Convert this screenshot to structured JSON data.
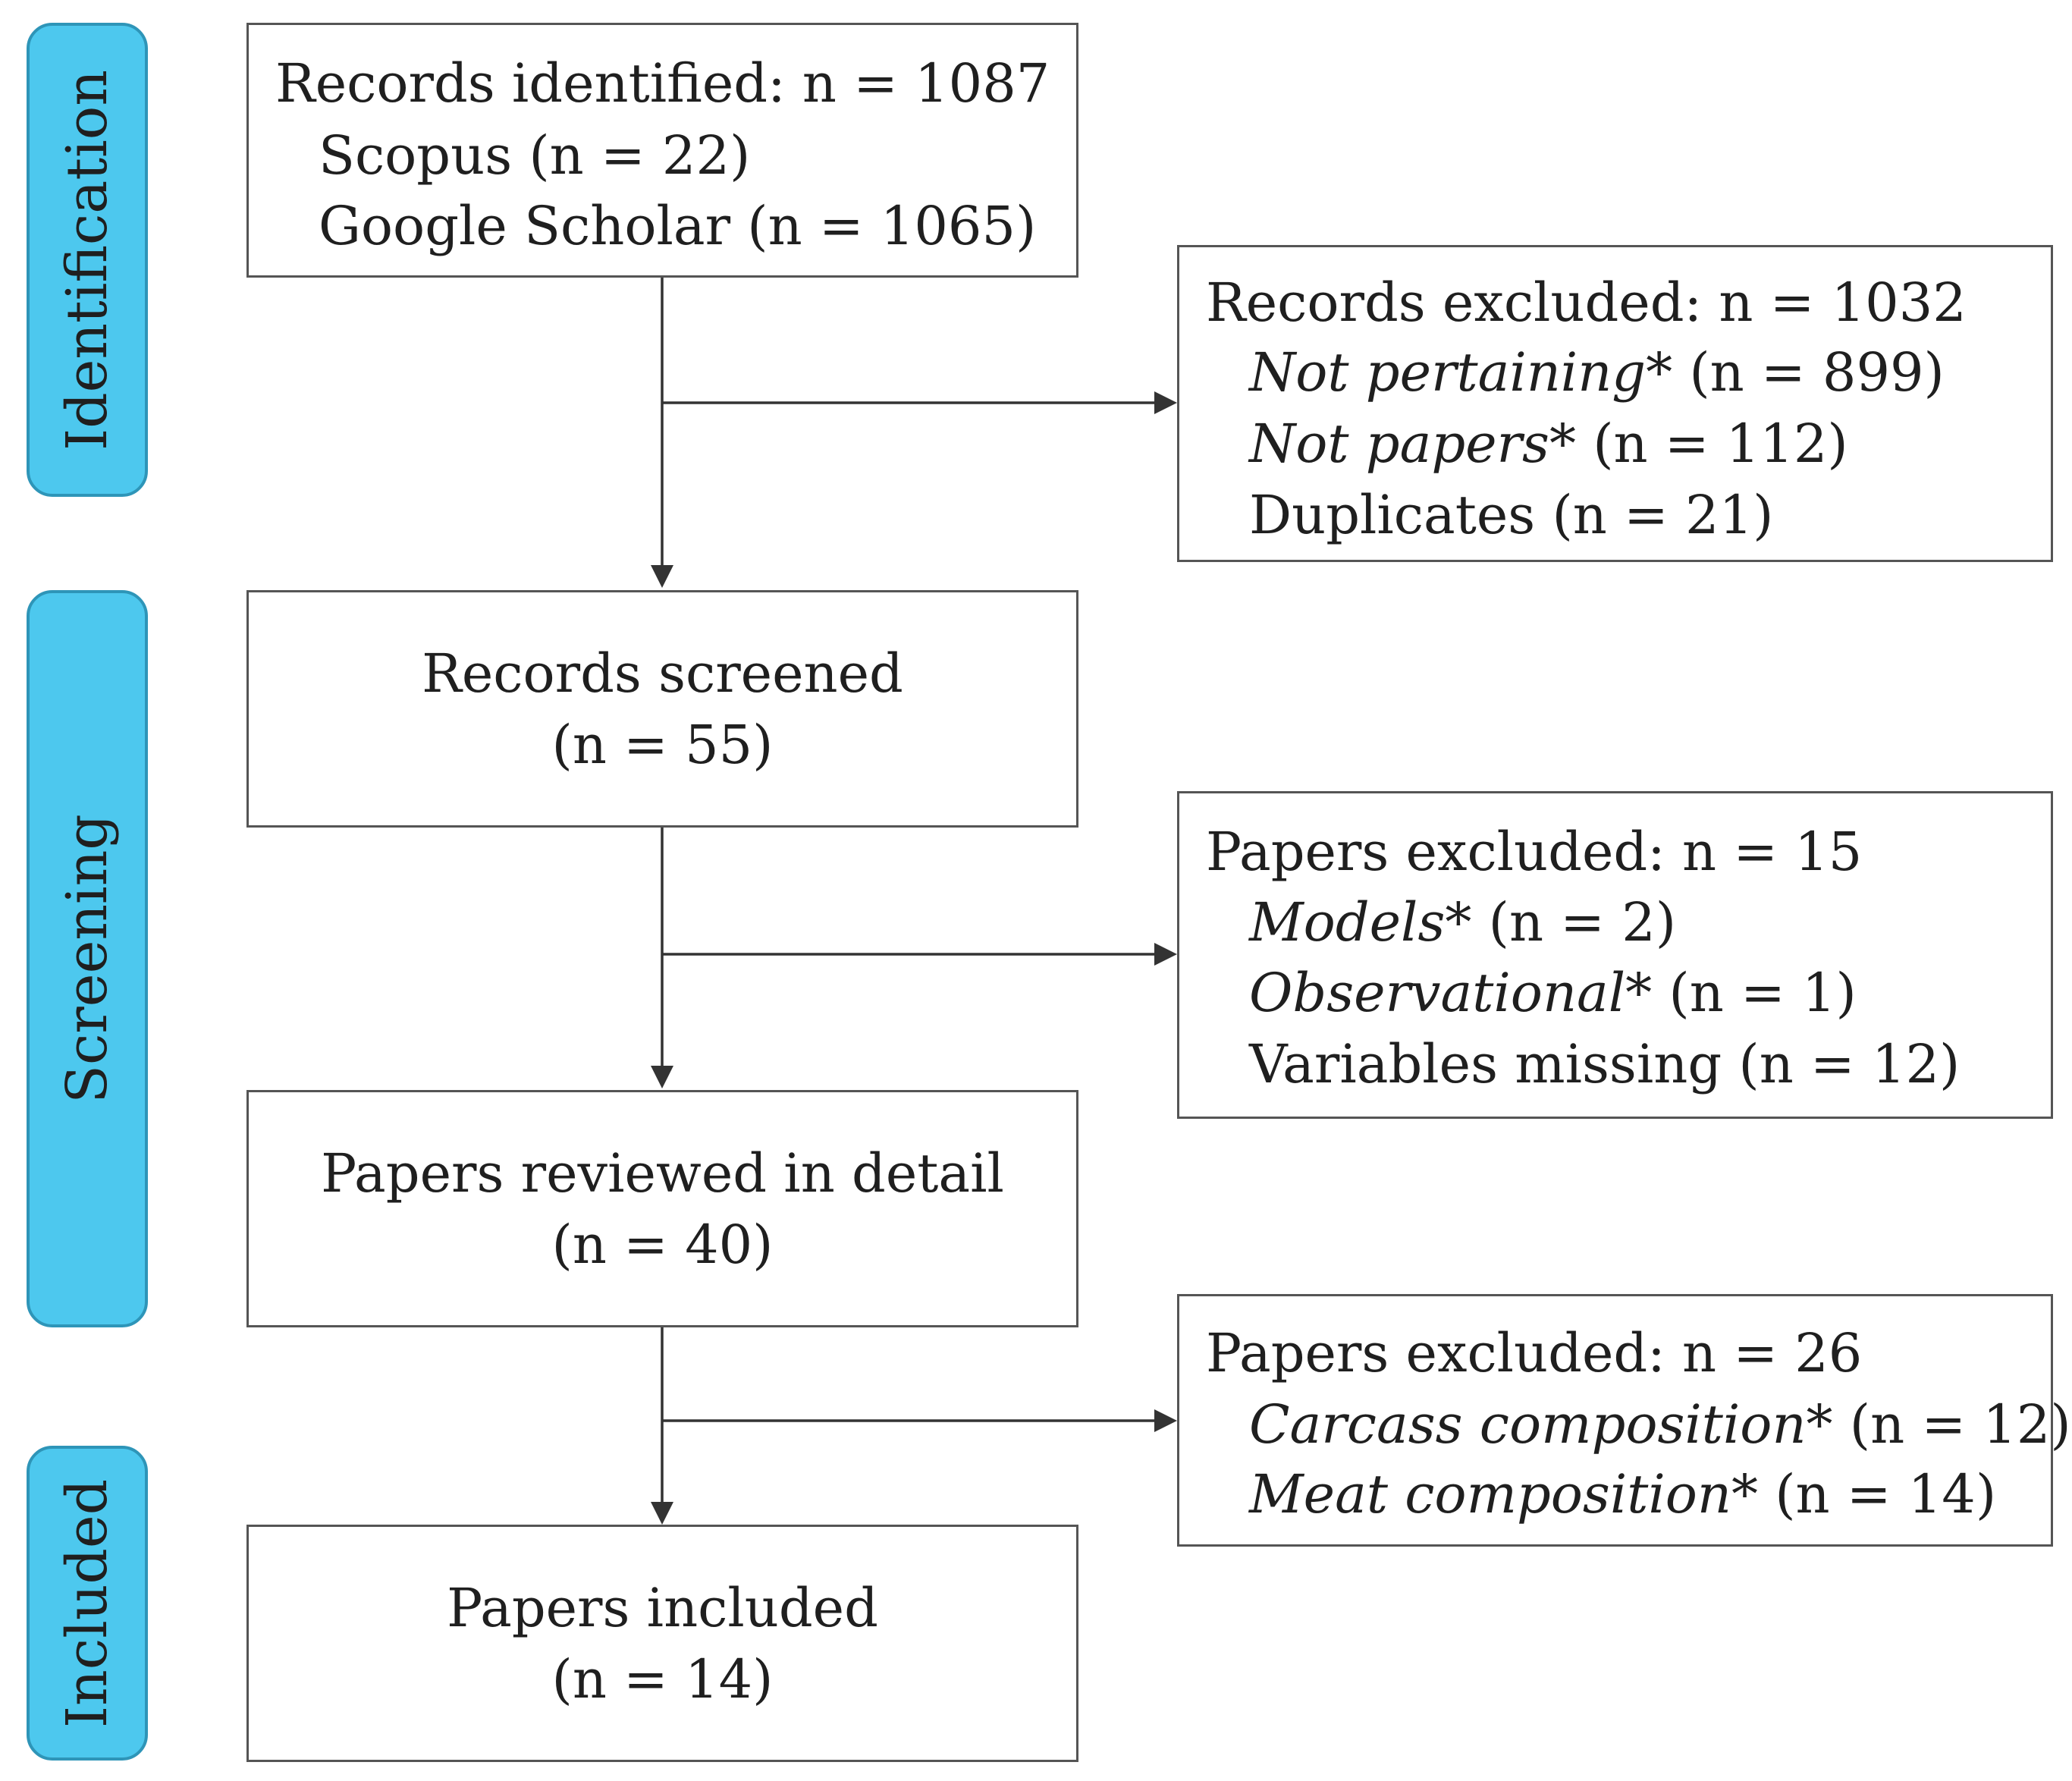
{
  "stages": {
    "identification": "Identification",
    "screening": "Screening",
    "included": "Included"
  },
  "identified": {
    "title": "Records identified: n = 1087",
    "sources": [
      "Scopus (n = 22)",
      "Google Scholar (n = 1065)"
    ]
  },
  "excluded_records": {
    "title": "Records excluded: n = 1032",
    "reasons": [
      {
        "label": "Not pertaining*",
        "count": "(n = 899)"
      },
      {
        "label": "Not papers*",
        "count": "(n = 112)"
      },
      {
        "label": "Duplicates",
        "count": "(n = 21)"
      }
    ]
  },
  "screened": {
    "line1": "Records screened",
    "line2": "(n = 55)"
  },
  "excluded_screening": {
    "title": "Papers excluded: n = 15",
    "reasons": [
      {
        "label": "Models*",
        "count": "(n = 2)"
      },
      {
        "label": "Observational*",
        "count": "(n = 1)"
      },
      {
        "label": "Variables missing",
        "count": "(n = 12)"
      }
    ]
  },
  "reviewed": {
    "line1": "Papers reviewed in detail",
    "line2": "(n = 40)"
  },
  "excluded_review": {
    "title": "Papers excluded: n = 26",
    "reasons": [
      {
        "label": "Carcass composition*",
        "count": "(n = 12)"
      },
      {
        "label": "Meat composition*",
        "count": "(n = 14)"
      }
    ]
  },
  "included": {
    "line1": "Papers included",
    "line2": "(n = 14)"
  },
  "colors": {
    "stage_fill": "#4dc8ee",
    "stage_border": "#2e95b8",
    "box_border": "#555555",
    "arrow": "#333333"
  }
}
